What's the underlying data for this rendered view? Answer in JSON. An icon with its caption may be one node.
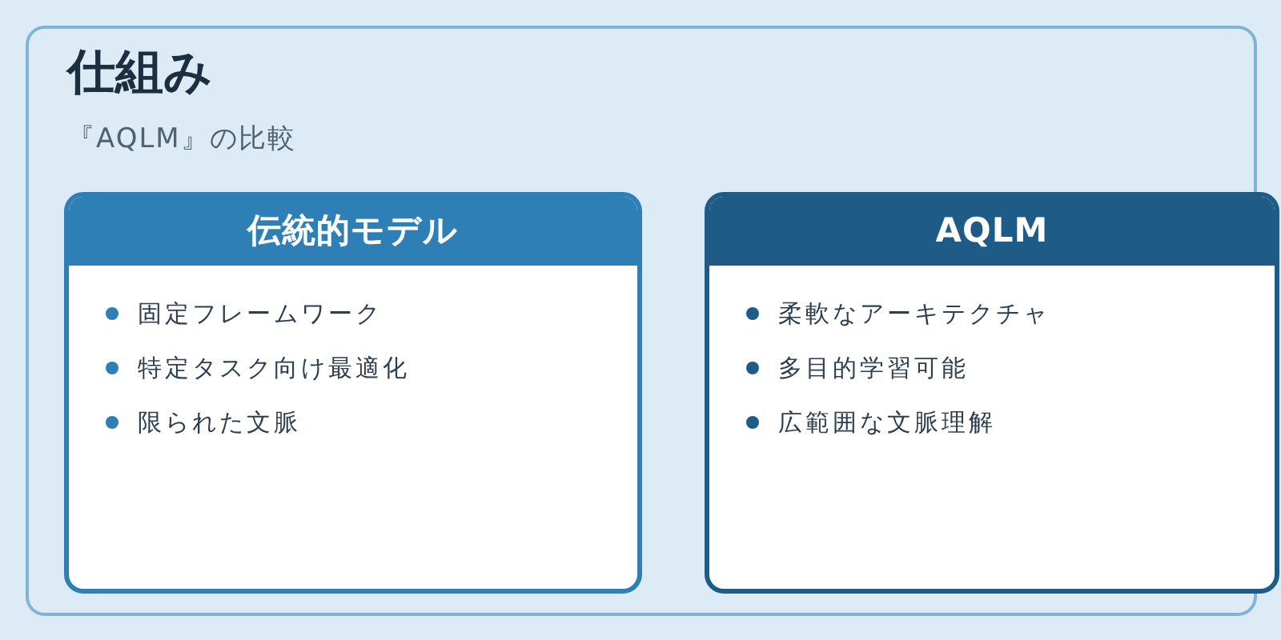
{
  "diagram": {
    "nodes": [
      {
        "text": [
          "仕組み",
          "『AQLM』の比較"
        ]
      },
      {
        "text": [
          "伝統的モデル",
          "固定フレームワーク",
          "特定タスク向け最適化",
          "限られた文脈"
        ],
        "in": 0
      },
      {
        "text": [
          "AQLM",
          "柔軟なアーキテクチャ",
          "多目的学習可能",
          "広範囲な文脈理解"
        ],
        "in": 0
      }
    ]
  }
}
